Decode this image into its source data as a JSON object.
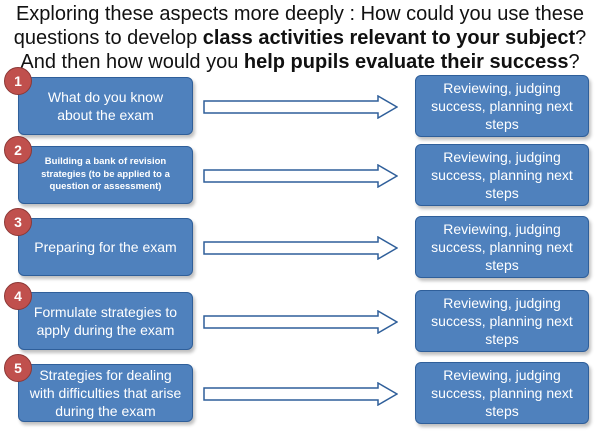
{
  "header": {
    "line1_a": "Exploring these aspects more deeply : How could you use these",
    "line2_a": "questions to develop ",
    "line2_b": "class activities relevant to your subject",
    "line2_c": "?",
    "line3_a": "And then how would you ",
    "line3_b": "help pupils evaluate their success",
    "line3_c": "?"
  },
  "rows": [
    {
      "number": "1",
      "left": "What do you know about the exam",
      "right": "Reviewing, judging success, planning next steps"
    },
    {
      "number": "2",
      "left": "Building a bank of revision strategies (to be applied to a question or assessment)",
      "right": "Reviewing, judging success, planning next steps"
    },
    {
      "number": "3",
      "left": "Preparing for the exam",
      "right": "Reviewing, judging success, planning next steps"
    },
    {
      "number": "4",
      "left": "Formulate strategies to apply during the exam",
      "right": "Reviewing, judging success, planning next steps"
    },
    {
      "number": "5",
      "left": "Strategies for dealing with difficulties that arise during the exam",
      "right": "Reviewing, judging success, planning next steps"
    }
  ],
  "colors": {
    "box_fill": "#4f81bd",
    "box_border": "#2f5f9a",
    "badge_fill": "#c0504d",
    "arrow_outline": "#2f5f9a"
  }
}
